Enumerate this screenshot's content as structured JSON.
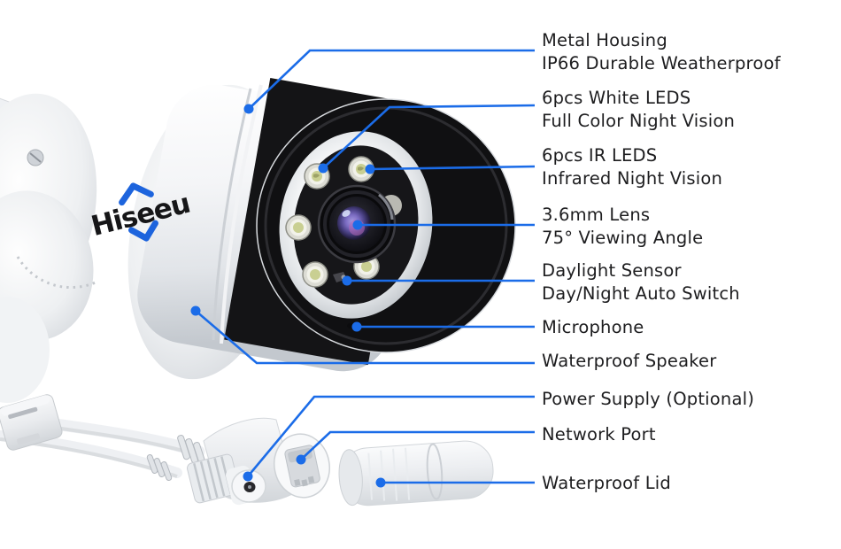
{
  "brand": "Hiseeu",
  "colors": {
    "callout_blue": "#1b6ce8",
    "logo_blue": "#1d64dd",
    "text": "#1d1d1f"
  },
  "callouts": [
    {
      "id": "metal-housing",
      "line1": "Metal Housing",
      "line2": "IP66 Durable Weatherproof"
    },
    {
      "id": "white-leds",
      "line1": "6pcs White LEDS",
      "line2": "Full Color Night Vision"
    },
    {
      "id": "ir-leds",
      "line1": "6pcs IR LEDS",
      "line2": "Infrared Night Vision"
    },
    {
      "id": "lens",
      "line1": "3.6mm Lens",
      "line2": "75° Viewing Angle"
    },
    {
      "id": "daylight-sensor",
      "line1": "Daylight Sensor",
      "line2": "Day/Night Auto Switch"
    },
    {
      "id": "microphone",
      "line1": "Microphone"
    },
    {
      "id": "waterproof-speaker",
      "line1": "Waterproof Speaker"
    },
    {
      "id": "power-supply",
      "line1": "Power Supply (Optional)"
    },
    {
      "id": "network-port",
      "line1": "Network Port"
    },
    {
      "id": "waterproof-lid",
      "line1": "Waterproof Lid"
    }
  ]
}
